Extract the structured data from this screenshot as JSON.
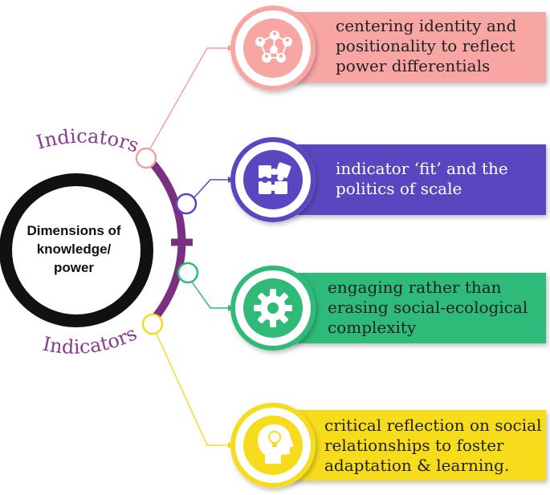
{
  "center": {
    "label": "Dimensions of knowledge/ power"
  },
  "arc_labels": {
    "top": "Indicators",
    "bottom": "Indicators"
  },
  "items": [
    {
      "text": "centering identity and positionality to reflect power differentials",
      "icon": "network-people-icon",
      "color": "#f7a6a3"
    },
    {
      "text": "indicator ‘fit’ and the politics of scale",
      "icon": "puzzle-pieces-icon",
      "color": "#5a46c0"
    },
    {
      "text": "engaging rather than erasing social-ecological complexity",
      "icon": "gear-icon",
      "color": "#2fba78"
    },
    {
      "text": "critical reflection on social relationships to foster adaptation & learning.",
      "icon": "head-lightbulb-icon",
      "color": "#f7dc1d"
    }
  ],
  "colors": {
    "arc": "#7a2f80",
    "label": "#8a3a8f",
    "ring": "#111111"
  }
}
